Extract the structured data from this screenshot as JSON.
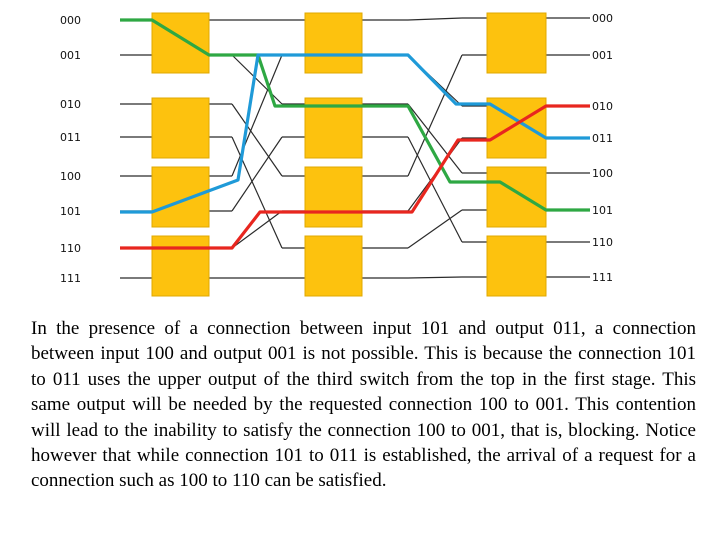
{
  "inputs": [
    "000",
    "001",
    "010",
    "011",
    "100",
    "101",
    "110",
    "111"
  ],
  "outputs": [
    "000",
    "001",
    "010",
    "011",
    "100",
    "101",
    "110",
    "111"
  ],
  "colors": {
    "switch_fill": "#fdc20e",
    "switch_border": "#e0a800",
    "wire": "#2b2b2b",
    "green": "#2ea843",
    "blue": "#1f9ad8",
    "red": "#e8261f"
  },
  "caption": "In the presence of a connection between input 101 and output 011, a connection between input 100 and output 001 is not possible. This is because the connection 101 to 011 uses the upper output of the third switch from the top in the first stage. This same output will be needed by the requested connection 100 to 001. This contention will lead to the inability to satisfy the connection 100 to 001, that is, blocking. Notice however that while connection 101 to 011 is established, the arrival of a request for a connection such as 100 to 110 can be satisfied."
}
